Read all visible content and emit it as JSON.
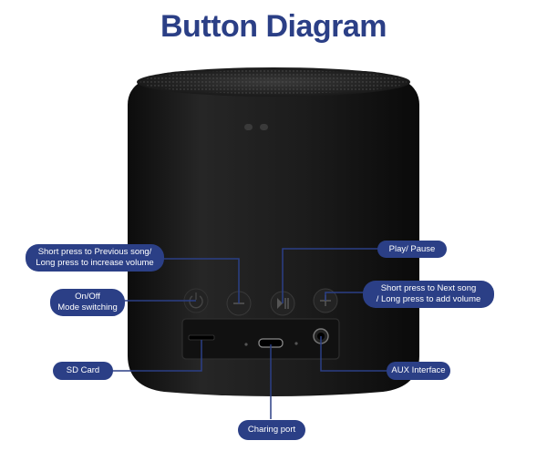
{
  "title": "Button Diagram",
  "callouts": {
    "prev": {
      "line1": "Short press to Previous song/",
      "line2": "Long press to increase volume"
    },
    "onoff": {
      "line1": "On/Off",
      "line2": "Mode switching"
    },
    "play": {
      "text": "Play/ Pause"
    },
    "next": {
      "line1": "Short press to Next song",
      "line2": "/ Long press to add volume"
    },
    "sd": {
      "text": "SD Card"
    },
    "aux": {
      "text": "AUX Interface"
    },
    "charge": {
      "text": "Charing port"
    }
  },
  "colors": {
    "accent": "#2b3f86",
    "speaker_body": "#161616"
  }
}
